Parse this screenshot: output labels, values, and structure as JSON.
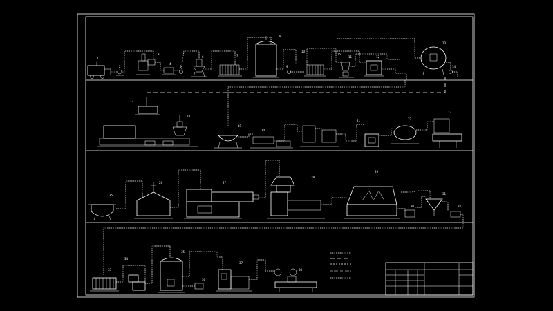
{
  "row1": {
    "tags": [
      "1",
      "2",
      "3",
      "4",
      "5",
      "6",
      "7",
      "8",
      "9",
      "10",
      "11",
      "12",
      "13",
      "14",
      "15"
    ]
  },
  "row2": {
    "tags": [
      "17",
      "18",
      "19",
      "20",
      "21",
      "22",
      "23"
    ]
  },
  "row3": {
    "tags": [
      "25",
      "26",
      "27",
      "28",
      "29",
      "30",
      "31",
      "32"
    ]
  },
  "row4": {
    "tags": [
      "33",
      "34",
      "35",
      "36",
      "37",
      "38"
    ]
  },
  "legend": {
    "rows": 5
  },
  "colors": {
    "background": "#000000",
    "lines": "#ffffff"
  }
}
